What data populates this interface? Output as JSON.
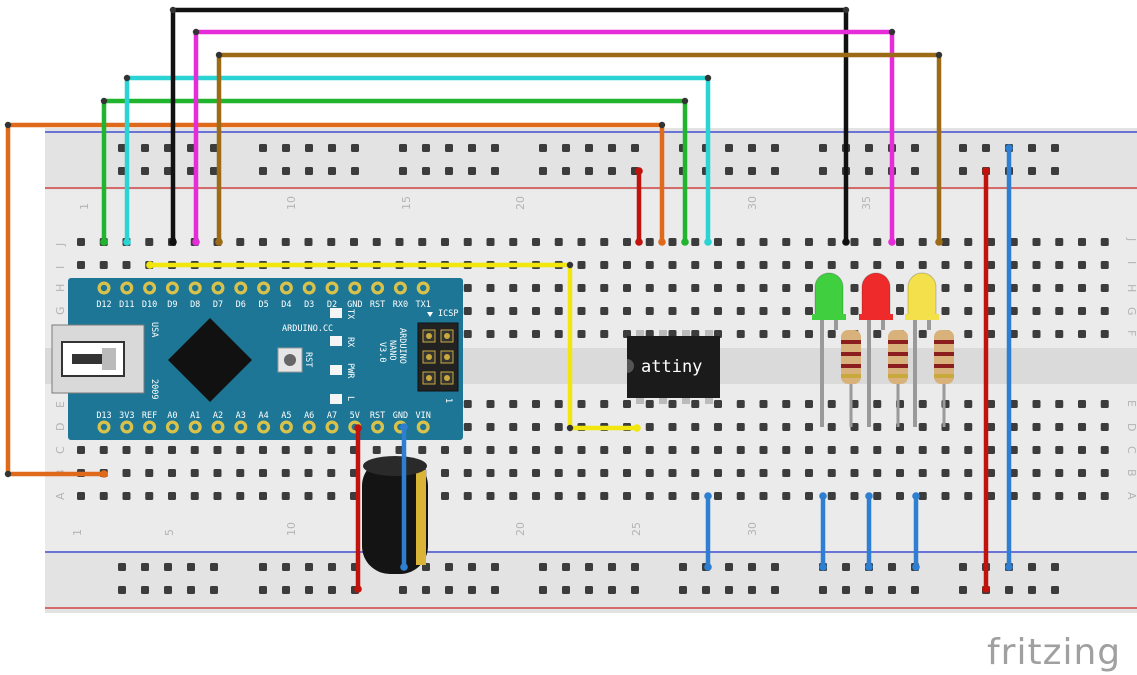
{
  "breadboard": {
    "column_numbers_top": [
      "1",
      "10",
      "15",
      "20",
      "30",
      "35"
    ],
    "column_numbers_bottom": [
      "1",
      "5",
      "10",
      "20",
      "25",
      "30"
    ],
    "row_letters_top": [
      "J",
      "I",
      "H",
      "G",
      "F"
    ],
    "row_letters_bottom": [
      "E",
      "D",
      "C",
      "B",
      "A"
    ],
    "row_letters_right_top": [
      "J",
      "I",
      "H",
      "G",
      "F"
    ],
    "row_letters_right_bottom": [
      "E",
      "D",
      "C",
      "B",
      "A"
    ]
  },
  "nano": {
    "top_pins": [
      "D12",
      "D11",
      "D10",
      "D9",
      "D8",
      "D7",
      "D6",
      "D5",
      "D4",
      "D3",
      "D2",
      "GND",
      "RST",
      "RX0",
      "TX1"
    ],
    "bottom_pins": [
      "D13",
      "3V3",
      "REF",
      "A0",
      "A1",
      "A2",
      "A3",
      "A4",
      "A5",
      "A6",
      "A7",
      "5V",
      "RST",
      "GND",
      "VIN"
    ],
    "brand": "ARDUINO.CC",
    "model_lines": [
      "ARDUINO",
      "NANO",
      "V3.0"
    ],
    "usa": "USA",
    "year": "2009",
    "rst": "RST",
    "led_labels": [
      "TX",
      "RX",
      "PWR",
      "L"
    ],
    "icsp": "ICSP",
    "one": "1"
  },
  "chip": {
    "label": "attiny"
  },
  "footer": {
    "brand": "fritzing"
  },
  "colors": {
    "breadboard": "#ebebeb",
    "breadboard_channel": "#d4d4d4",
    "rail_red": "#cc2222",
    "rail_blue": "#2233cc",
    "nano_board": "#1d7696",
    "wire_orange": "#e06a1b",
    "wire_green": "#21b42e",
    "wire_cyan": "#2ad4d4",
    "wire_black": "#111111",
    "wire_magenta": "#e62bd8",
    "wire_brown": "#9b6b16",
    "wire_yellow": "#f2e60f",
    "wire_red": "#c1120b",
    "wire_blue": "#2e7fd1",
    "led_green": "#3fcf3f",
    "led_red": "#ee2a2a",
    "led_yellow": "#f4e04a"
  }
}
